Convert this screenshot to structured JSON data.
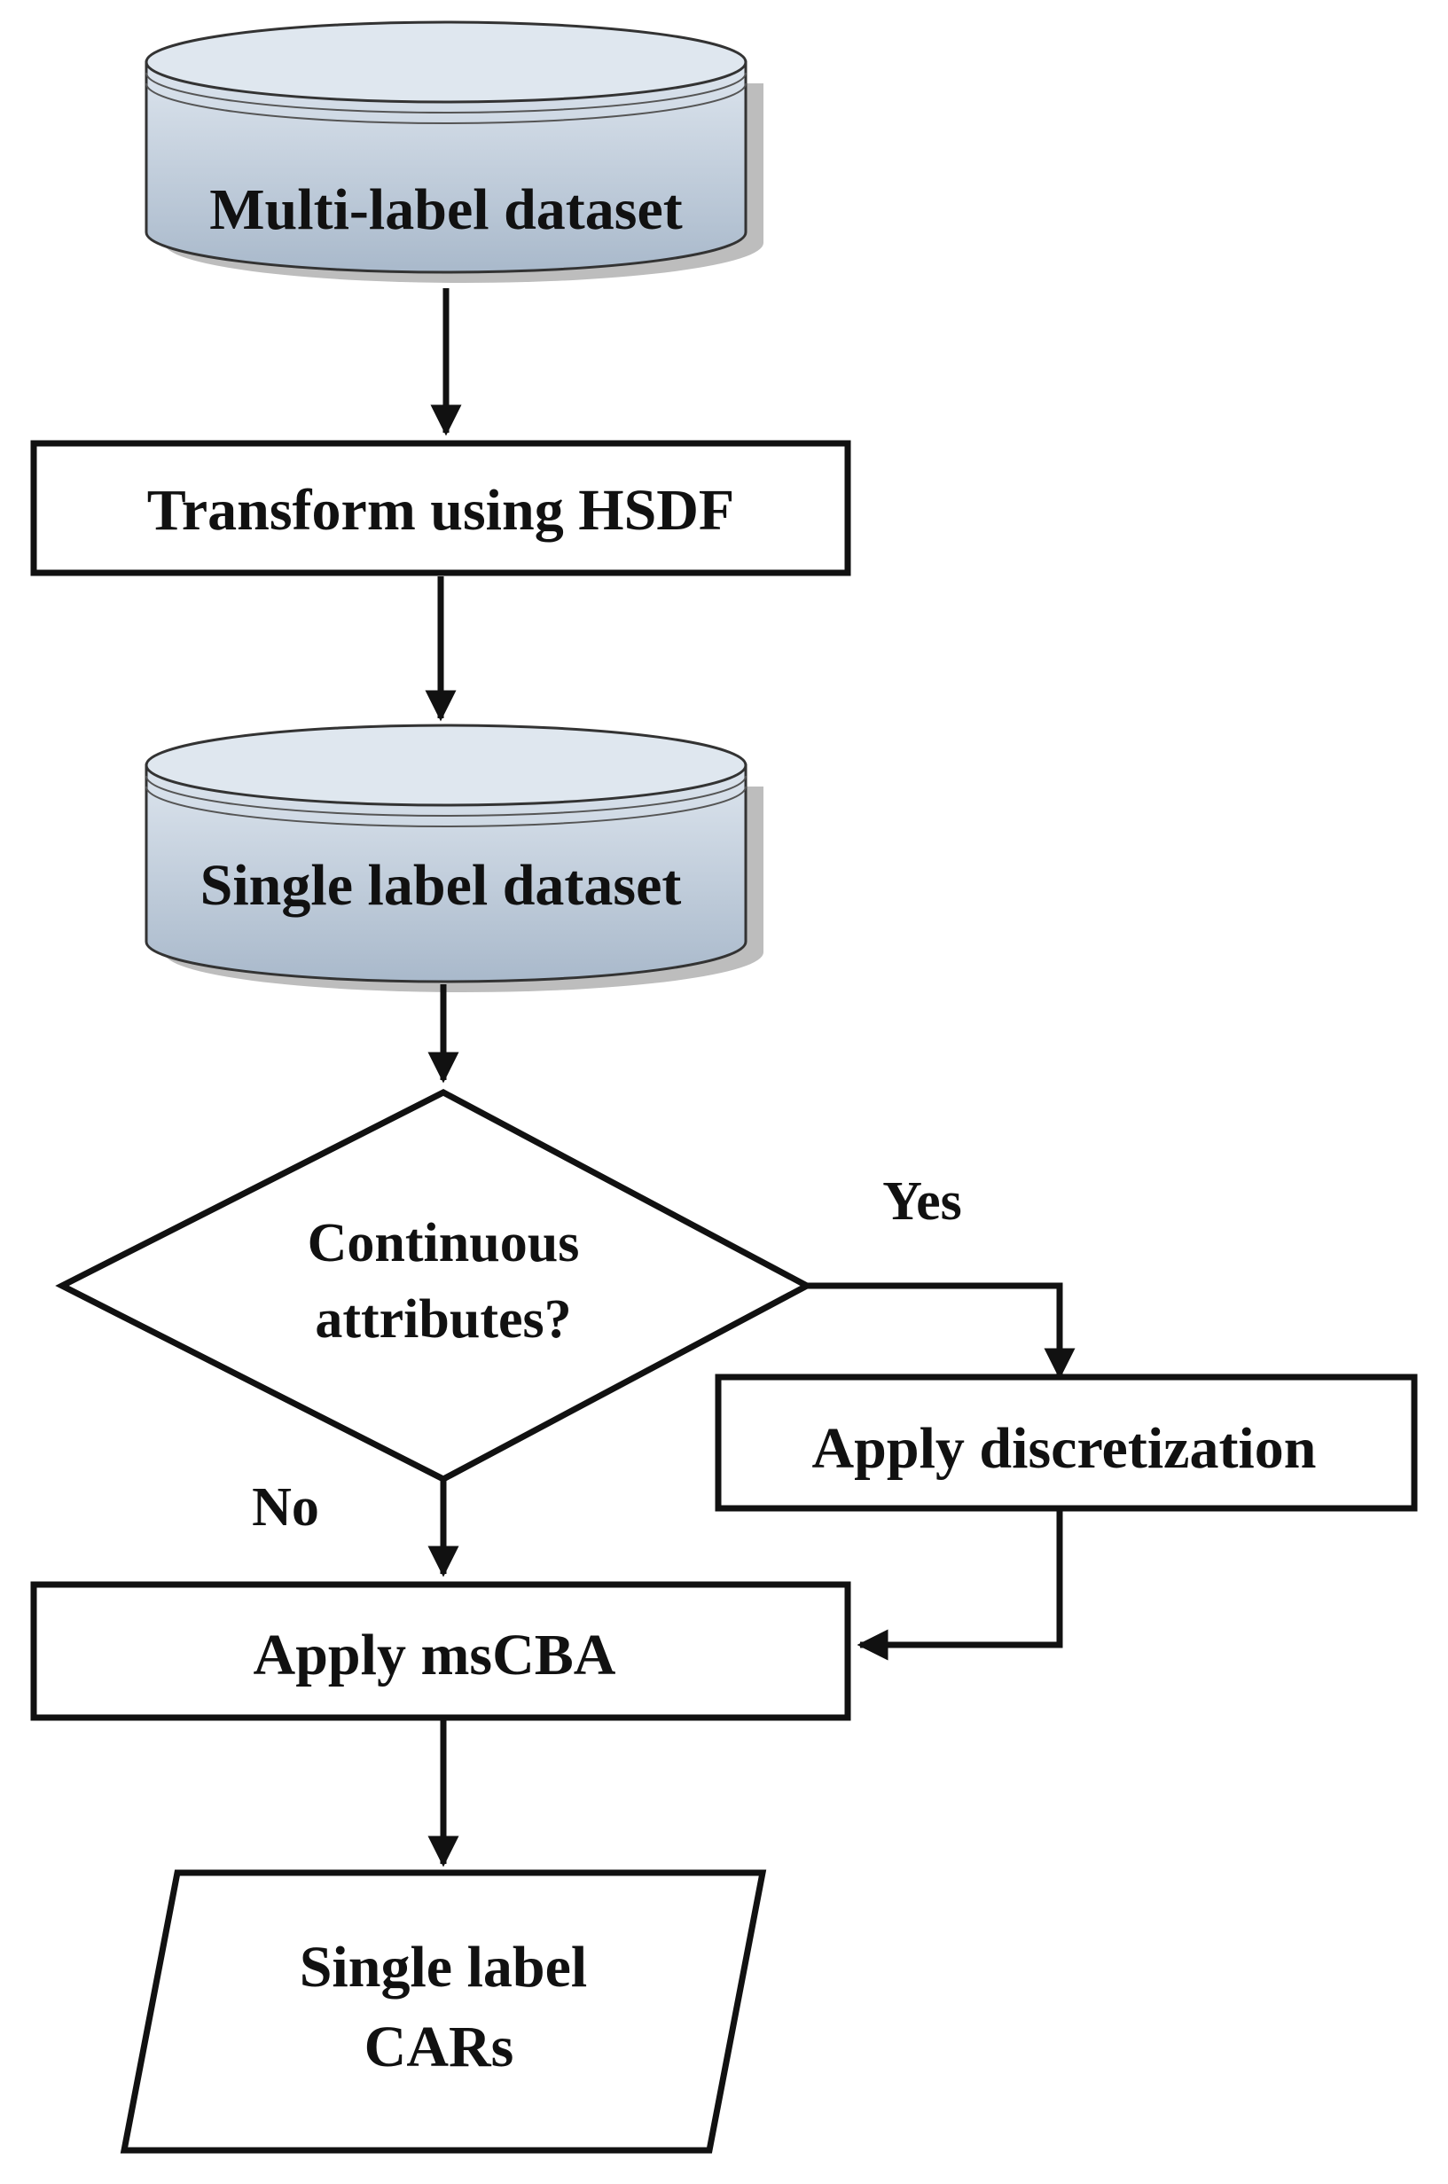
{
  "nodes": {
    "multi_label_dataset": "Multi-label dataset",
    "transform": "Transform using HSDF",
    "single_label_dataset": "Single label dataset",
    "decision_line1": "Continuous",
    "decision_line2": "attributes?",
    "discretization": "Apply discretization",
    "mscba": "Apply msCBA",
    "output_line1": "Single label",
    "output_line2": "CARs"
  },
  "edges": {
    "yes": "Yes",
    "no": "No"
  },
  "colors": {
    "stroke": "#111111",
    "db_fill_top": "#d2dbe6",
    "db_fill_bottom": "#a9b9cb",
    "shadow": "#bdbdbd"
  }
}
